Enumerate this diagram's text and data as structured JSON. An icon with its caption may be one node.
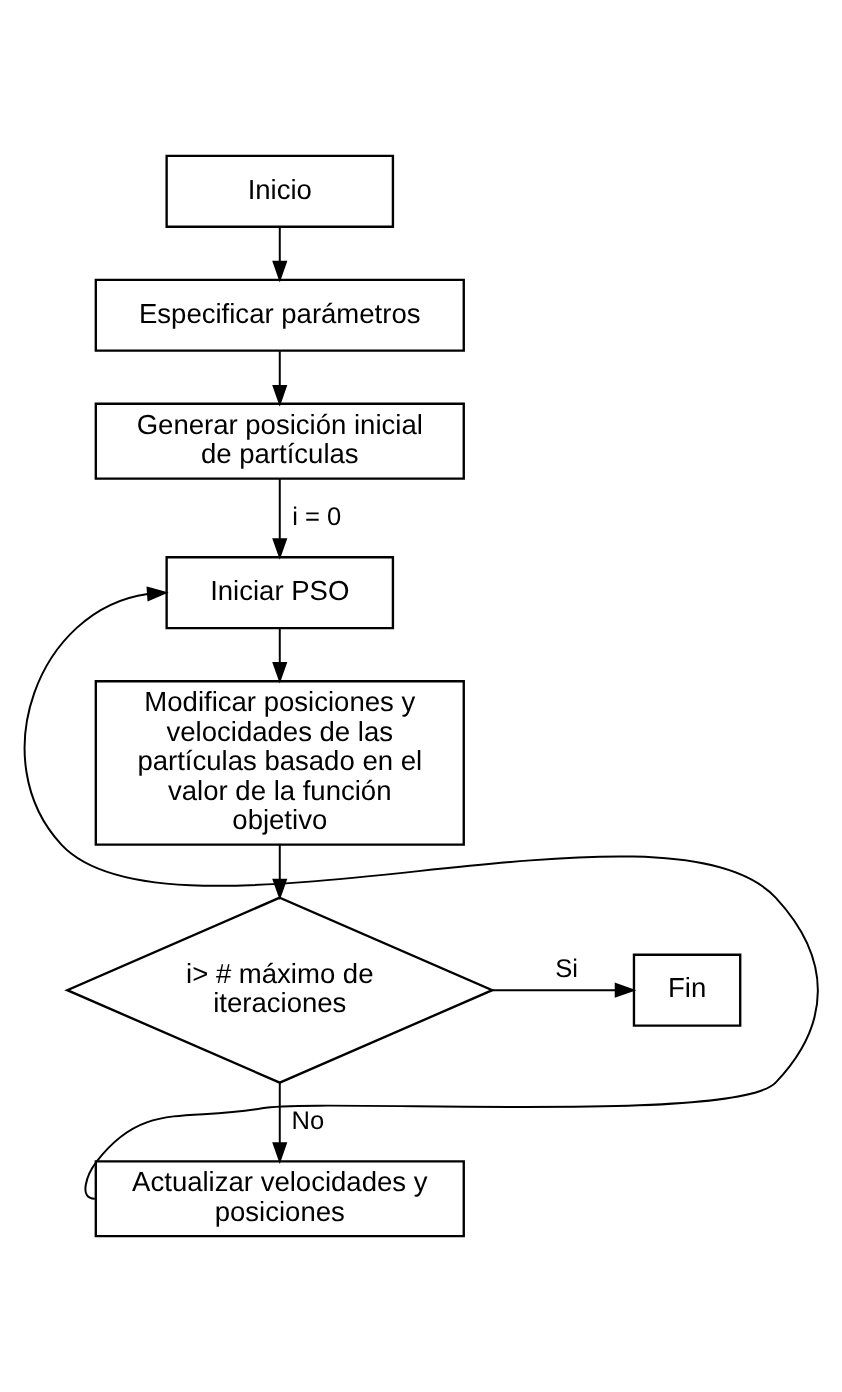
{
  "diagram": {
    "nodes": [
      {
        "text": [
          "Inicio"
        ]
      },
      {
        "text": [
          "Especificar parámetros"
        ]
      },
      {
        "text": [
          "Generar posición inicial de partículas"
        ]
      },
      {
        "text": [
          "Iniciar PSO"
        ]
      },
      {
        "text": [
          "Modificar posiciones y velocidades de las partículas basado en el valor de la función objetivo"
        ]
      },
      {
        "text": [
          "i> # máximo de iteraciones"
        ]
      },
      {
        "text": [
          "Fin"
        ]
      },
      {
        "text": [
          "Actualizar velocidades y posiciones"
        ]
      }
    ],
    "edges": [
      {
        "from": 0,
        "to": 1,
        "arrow": "to"
      },
      {
        "from": 1,
        "to": 2,
        "arrow": "to"
      },
      {
        "from": 2,
        "to": 3,
        "arrow": "to",
        "label": "i = 0"
      },
      {
        "from": 3,
        "to": 4,
        "arrow": "to"
      },
      {
        "from": 4,
        "to": 5,
        "arrow": "to"
      },
      {
        "from": 5,
        "to": 6,
        "arrow": "to",
        "label": "Si"
      },
      {
        "from": 5,
        "to": 7,
        "arrow": "to",
        "label": "No"
      },
      {
        "from": 7,
        "to": 3,
        "arrow": "to"
      }
    ]
  }
}
